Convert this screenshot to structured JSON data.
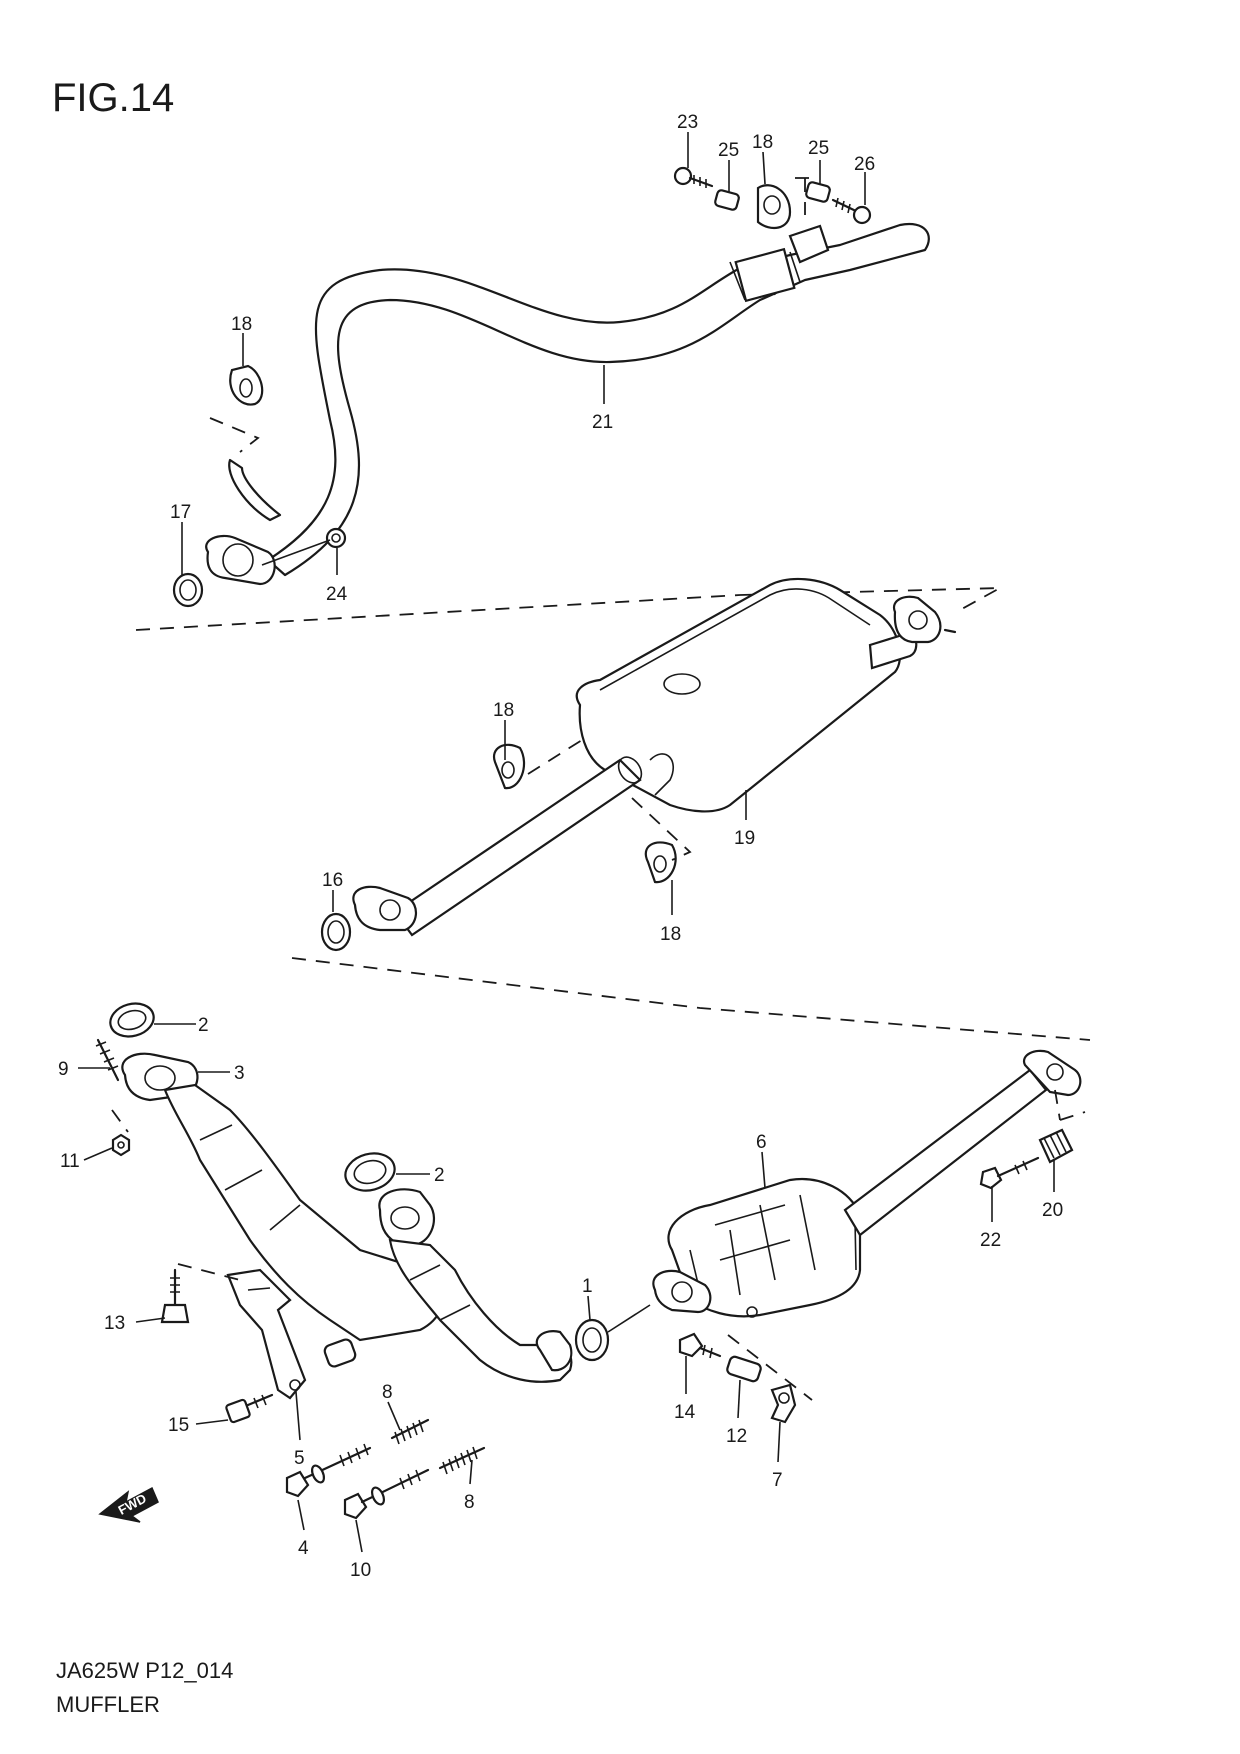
{
  "figure": {
    "title": "FIG.14",
    "code": "JA625W P12_014",
    "name": "MUFFLER"
  },
  "callouts": [
    {
      "id": "c23",
      "label": "23"
    },
    {
      "id": "c25a",
      "label": "25"
    },
    {
      "id": "c18a",
      "label": "18"
    },
    {
      "id": "c25b",
      "label": "25"
    },
    {
      "id": "c26",
      "label": "26"
    },
    {
      "id": "c18b",
      "label": "18"
    },
    {
      "id": "c21",
      "label": "21"
    },
    {
      "id": "c17",
      "label": "17"
    },
    {
      "id": "c24",
      "label": "24"
    },
    {
      "id": "c18c",
      "label": "18"
    },
    {
      "id": "c19",
      "label": "19"
    },
    {
      "id": "c16",
      "label": "16"
    },
    {
      "id": "c18d",
      "label": "18"
    },
    {
      "id": "c2a",
      "label": "2"
    },
    {
      "id": "c9",
      "label": "9"
    },
    {
      "id": "c3",
      "label": "3"
    },
    {
      "id": "c11",
      "label": "11"
    },
    {
      "id": "c2b",
      "label": "2"
    },
    {
      "id": "c6",
      "label": "6"
    },
    {
      "id": "c20",
      "label": "20"
    },
    {
      "id": "c22",
      "label": "22"
    },
    {
      "id": "c1",
      "label": "1"
    },
    {
      "id": "c13",
      "label": "13"
    },
    {
      "id": "c8a",
      "label": "8"
    },
    {
      "id": "c15",
      "label": "15"
    },
    {
      "id": "c5",
      "label": "5"
    },
    {
      "id": "c14",
      "label": "14"
    },
    {
      "id": "c12",
      "label": "12"
    },
    {
      "id": "c7",
      "label": "7"
    },
    {
      "id": "c8b",
      "label": "8"
    },
    {
      "id": "c4",
      "label": "4"
    },
    {
      "id": "c10",
      "label": "10"
    }
  ],
  "fwd_label": "FWD",
  "icons": [
    "fwd-arrow-icon"
  ]
}
